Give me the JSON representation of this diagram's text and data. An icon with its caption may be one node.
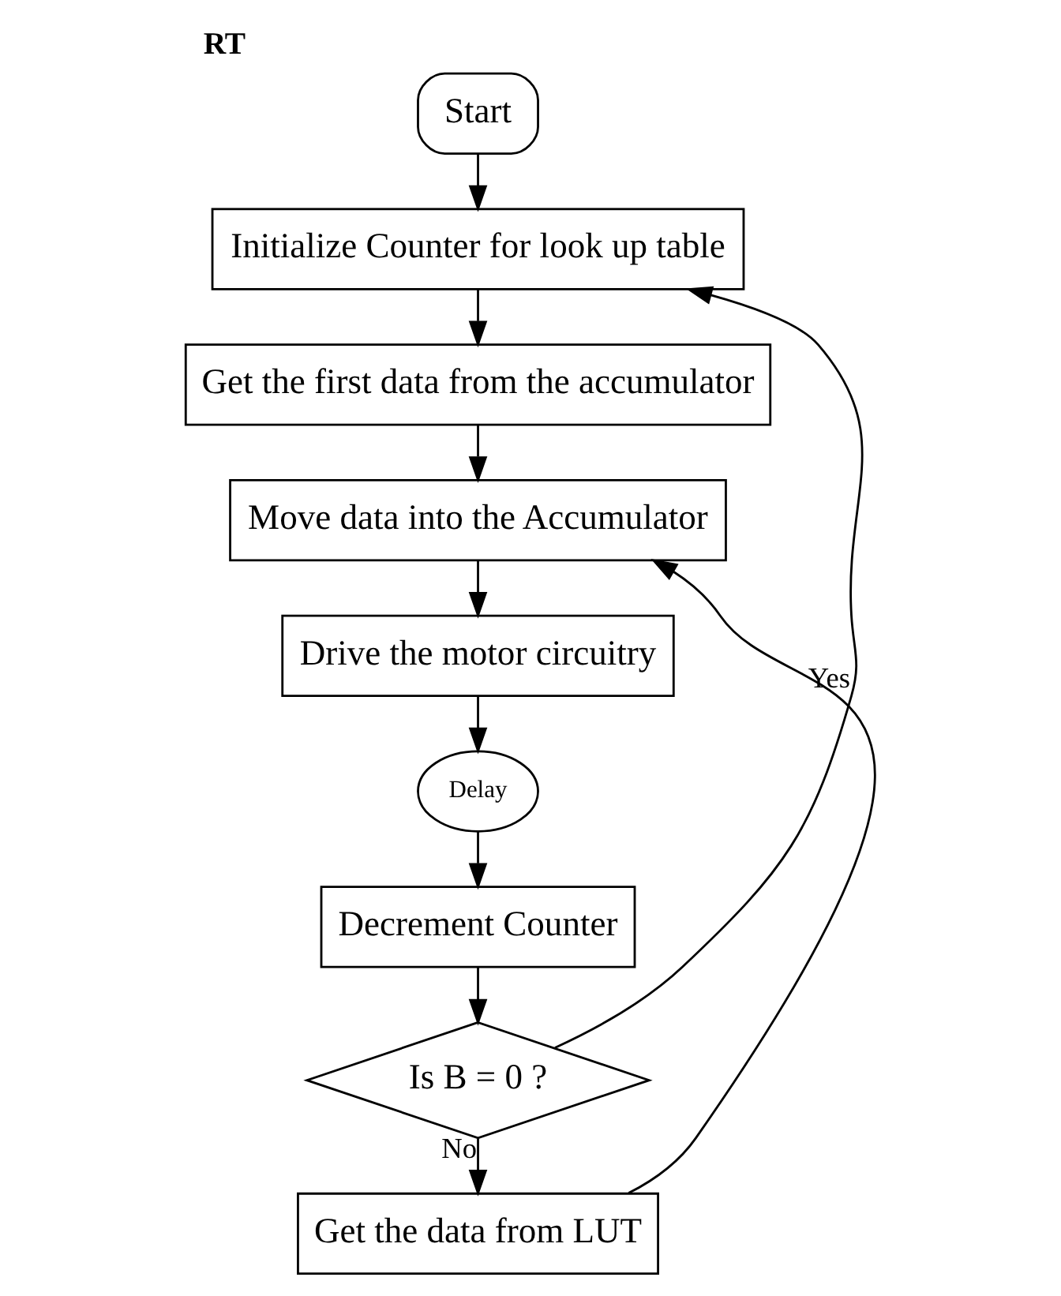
{
  "diagram": {
    "title": "RT",
    "nodes": [
      {
        "text": [
          "Start"
        ]
      },
      {
        "text": [
          "Initialize Counter for look up table"
        ]
      },
      {
        "text": [
          "Get the first data from the accumulator"
        ]
      },
      {
        "text": [
          "Move data into the Accumulator"
        ]
      },
      {
        "text": [
          "Drive the motor circuitry"
        ]
      },
      {
        "text": [
          "Delay"
        ]
      },
      {
        "text": [
          "Decrement Counter"
        ]
      },
      {
        "text": [
          "Is B = 0 ?"
        ]
      },
      {
        "text": [
          "Get the data from LUT"
        ]
      }
    ],
    "edges": [
      {
        "from": 0,
        "to": 1,
        "arrow": "to"
      },
      {
        "from": 1,
        "to": 2,
        "arrow": "to"
      },
      {
        "from": 2,
        "to": 3,
        "arrow": "to"
      },
      {
        "from": 3,
        "to": 4,
        "arrow": "to"
      },
      {
        "from": 4,
        "to": 5,
        "arrow": "to"
      },
      {
        "from": 5,
        "to": 6,
        "arrow": "to"
      },
      {
        "from": 6,
        "to": 7,
        "arrow": "to"
      },
      {
        "from": 7,
        "to": 1,
        "arrow": "to",
        "label": "Yes"
      },
      {
        "from": 7,
        "to": 8,
        "arrow": "to",
        "label": "No"
      },
      {
        "from": 8,
        "to": 3,
        "arrow": "to"
      }
    ]
  }
}
